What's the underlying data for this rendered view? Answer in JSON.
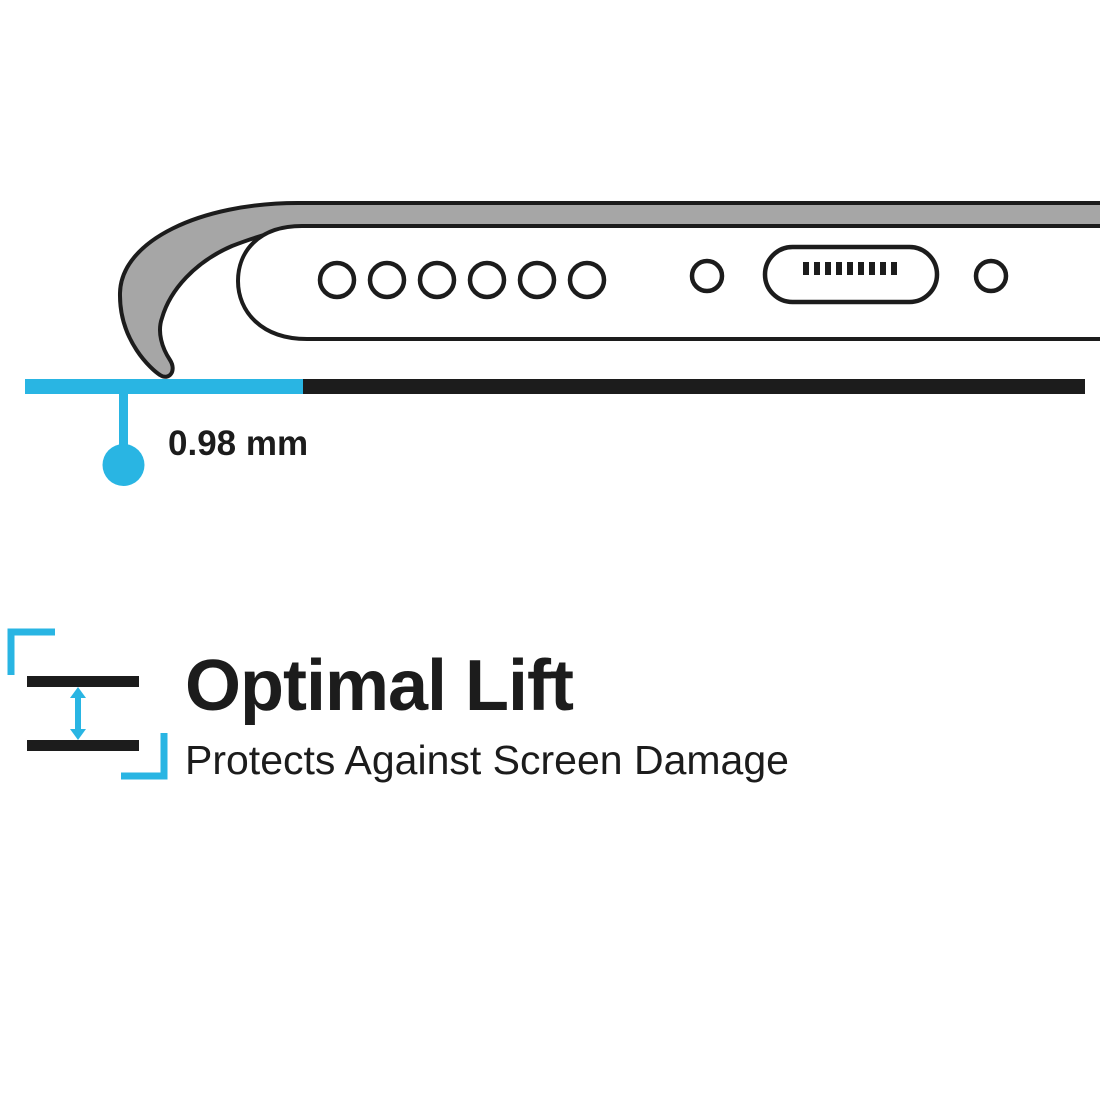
{
  "illustration": {
    "measurement_label": "0.98 mm"
  },
  "feature": {
    "title": "Optimal Lift",
    "subtitle": "Protects Against Screen Damage"
  },
  "colors": {
    "accent": "#29b5e3",
    "ink": "#1c1c1c",
    "case_gray": "#a6a6a6"
  }
}
